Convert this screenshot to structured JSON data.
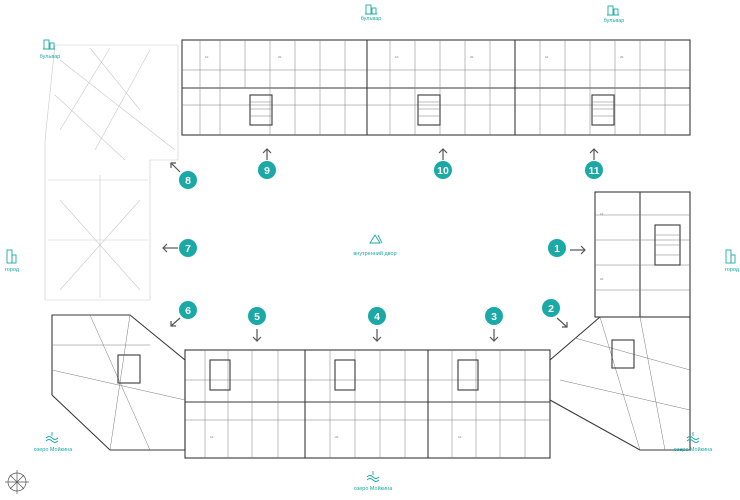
{
  "colors": {
    "accent": "#1aa9a6",
    "wall": "#3a3a3a",
    "roof": "#c9c9c9"
  },
  "courtyard": {
    "label": "внутренний двор",
    "icon": "courtyard-icon"
  },
  "labels": {
    "boulevard": "бульвар",
    "city": "город",
    "lake": "озеро Мойкина"
  },
  "badges": [
    "1",
    "2",
    "3",
    "4",
    "5",
    "6",
    "7",
    "8",
    "9",
    "10",
    "11"
  ],
  "compass_icon": "compass-rose-icon"
}
